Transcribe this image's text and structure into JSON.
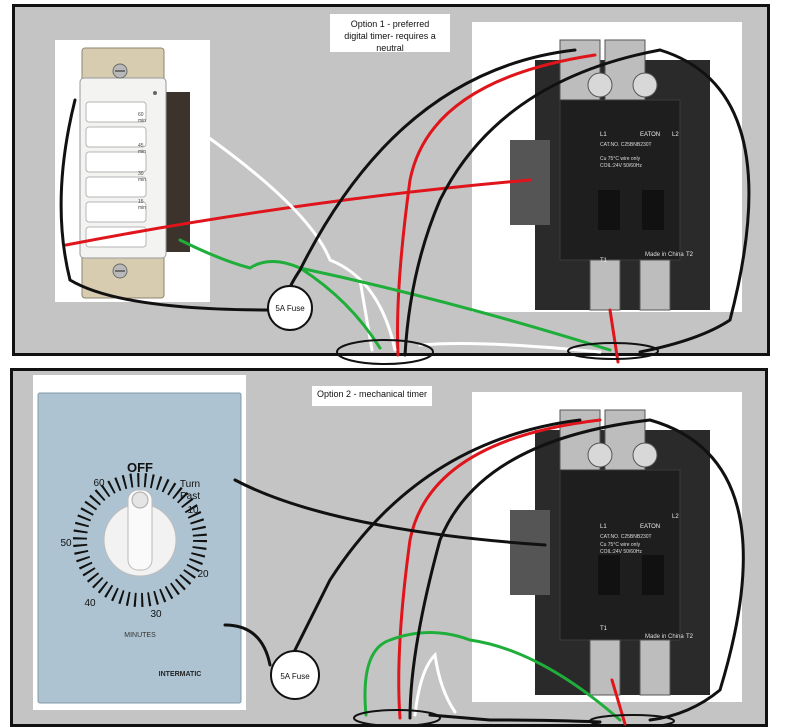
{
  "option1": {
    "title_line1": "Option 1 - preferred",
    "title_line2": "digital timer- requires a neutral",
    "fuse_label": "5A Fuse",
    "timer_marks": [
      "60",
      "min",
      "45",
      "min",
      "30",
      "min",
      "15",
      "min"
    ]
  },
  "option2": {
    "title": "Option 2 - mechanical timer",
    "fuse_label": "5A Fuse",
    "dial": {
      "off": "OFF",
      "turn_past_1": "Turn",
      "turn_past_2": "Past",
      "numbers": [
        "10",
        "20",
        "30",
        "40",
        "50",
        "60"
      ],
      "units": "MINUTES",
      "brand": "INTERMATIC"
    }
  },
  "contactor": {
    "brand": "EATON",
    "l1": "L1",
    "l2": "L2",
    "t1": "T1",
    "t2": "T2",
    "cat_no": "CAT.NO. C25BNB230T",
    "cu_wire": "Cu 75°C wire only",
    "coil": "COIL:24V 50/60Hz",
    "made_in": "Made in China"
  },
  "colors": {
    "panel_bg": "#c4c4c4",
    "wire_black": "#111111",
    "wire_red": "#e0141b",
    "wire_green": "#1fae3a",
    "wire_white": "#ffffff"
  }
}
